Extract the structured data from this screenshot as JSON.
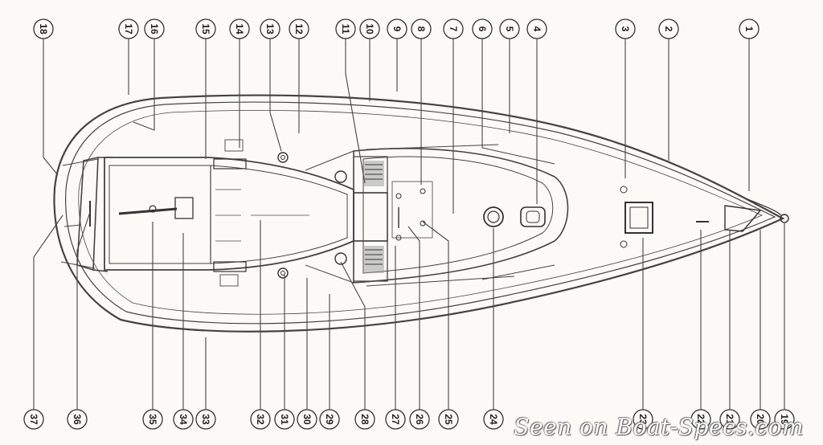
{
  "callouts": [
    "1",
    "2",
    "3",
    "4",
    "5",
    "6",
    "7",
    "8",
    "9",
    "10",
    "11",
    "12",
    "13",
    "14",
    "15",
    "16",
    "17",
    "18",
    "19",
    "20",
    "21",
    "22",
    "23",
    "24",
    "25",
    "26",
    "27",
    "28",
    "29",
    "30",
    "31",
    "32",
    "33",
    "34",
    "35",
    "36",
    "37"
  ],
  "watermark": "Seen on Boat-Specs.com"
}
